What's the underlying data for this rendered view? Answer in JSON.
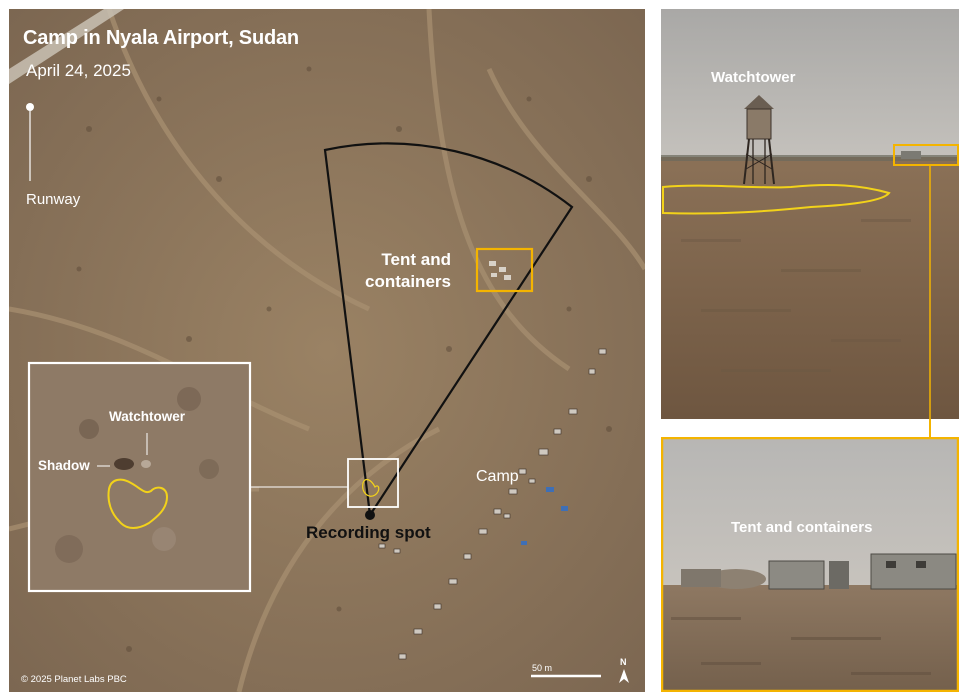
{
  "map": {
    "title": "Camp in Nyala Airport, Sudan",
    "date": "April 24, 2025",
    "runway_label": "Runway",
    "tent_label_line1": "Tent and",
    "tent_label_line2": "containers",
    "camp_label": "Camp",
    "recording_label": "Recording spot",
    "credit": "© 2025 Planet Labs PBC",
    "scale_label": "50 m",
    "north_label": "N"
  },
  "inset": {
    "watchtower_label": "Watchtower",
    "shadow_label": "Shadow"
  },
  "photo_top": {
    "label": "Watchtower"
  },
  "photo_bottom": {
    "label": "Tent and containers"
  },
  "colors": {
    "highlight": "#f4b400",
    "outline_yellow": "#f2d21a",
    "terrain": "#8d7558",
    "sky": "#b8b6b3"
  }
}
